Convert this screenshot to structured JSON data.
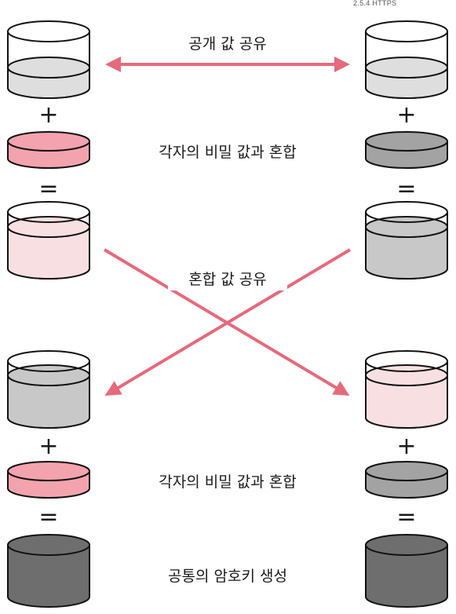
{
  "header": {
    "version_text": "2.5.4 HTTPS"
  },
  "labels": {
    "share_public": "공개 값 공유",
    "mix_private_top": "각자의 비밀 값과 혼합",
    "share_mixed": "혼합 값 공유",
    "mix_private_bottom": "각자의 비밀 값과 혼합",
    "generate_key": "공통의 암호키 생성"
  },
  "symbols": {
    "plus": "+",
    "equals": "="
  },
  "colors": {
    "accent": "#E56A7B",
    "stroke": "#111111",
    "glass_top_fill": "#DEDEDE",
    "private_left": "#F3A3AE",
    "private_right": "#A3A3A3",
    "mixed_left": "#F8E0E2",
    "mixed_right": "#C8C8C8",
    "shared_key": "#6E6E6E"
  },
  "icons": {
    "glass": "cylinder-glass-icon",
    "disc": "cylinder-disc-icon",
    "solid": "cylinder-solid-icon",
    "arrow": "arrow-icon"
  }
}
